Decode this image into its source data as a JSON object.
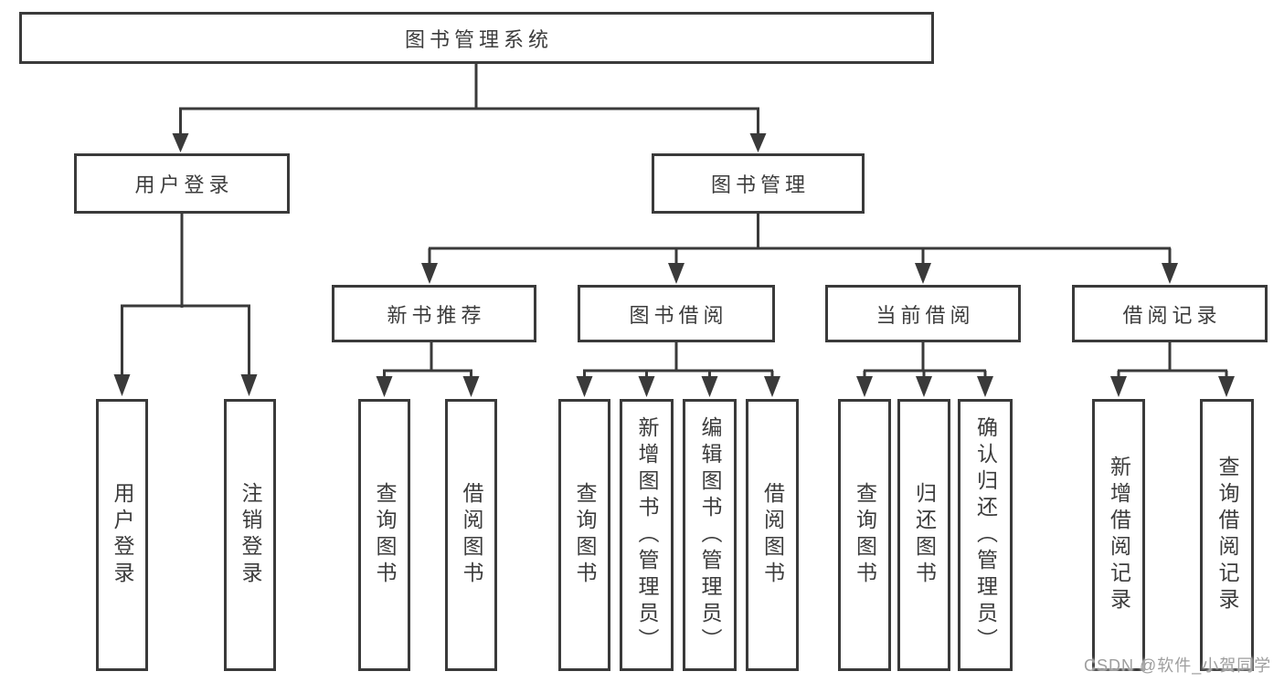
{
  "nodes": {
    "root": "图书管理系统",
    "user_login": "用户登录",
    "book_management": "图书管理",
    "new_book_recommend": "新书推荐",
    "book_borrow": "图书借阅",
    "current_borrow": "当前借阅",
    "borrow_record": "借阅记录",
    "user_login_children": [
      "用户登录",
      "注销登录"
    ],
    "new_book_children": [
      "查询图书",
      "借阅图书"
    ],
    "book_borrow_children": [
      "查询图书",
      "新增图书（管理员）",
      "编辑图书（管理员）",
      "借阅图书"
    ],
    "current_borrow_children": [
      "查询图书",
      "归还图书",
      "确认归还（管理员）"
    ],
    "borrow_record_children": [
      "新增借阅记录",
      "查询借阅记录"
    ]
  },
  "watermark": {
    "text": "CSDN @软件_小贺同学"
  },
  "colors": {
    "line": "#3a3a3a",
    "text": "#3c3c3c",
    "background": "#ffffff",
    "watermark": "#9e9e9e"
  }
}
